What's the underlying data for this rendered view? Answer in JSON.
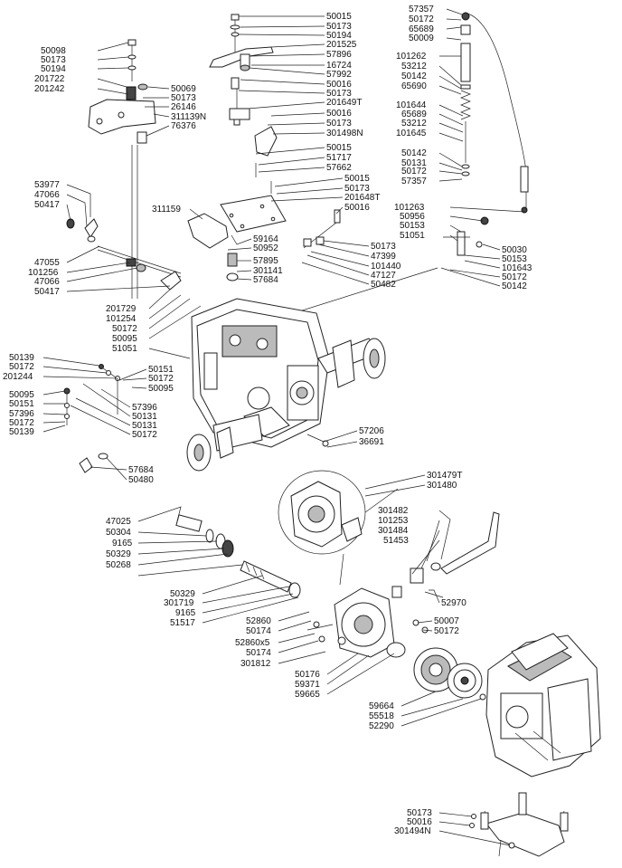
{
  "labels": {
    "l50015a": "50015",
    "l50173a": "50173",
    "l50194a": "50194",
    "l201525": "201525",
    "l57896": "57896",
    "l16724": "16724",
    "l57992": "57992",
    "l50016a": "50016",
    "l50173b": "50173",
    "l201649T": "201649T",
    "l50016b": "50016",
    "l50173c": "50173",
    "l301498N": "301498N",
    "l50015b": "50015",
    "l51717": "51717",
    "l57662": "57662",
    "l50015c": "50015",
    "l50173d": "50173",
    "l201648T": "201648T",
    "l50016c": "50016",
    "l50098": "50098",
    "l50173e": "50173",
    "l50194b": "50194",
    "l201722": "201722",
    "l201242": "201242",
    "l50069": "50069",
    "l50173f": "50173",
    "l26146": "26146",
    "l311139N": "311139N",
    "l76376": "76376",
    "l57357a": "57357",
    "l50172a": "50172",
    "l65689a": "65689",
    "l50009": "50009",
    "l101262": "101262",
    "l53212a": "53212",
    "l50142a": "50142",
    "l65690": "65690",
    "l101644": "101644",
    "l65689b": "65689",
    "l53212b": "53212",
    "l101645": "101645",
    "l50142b": "50142",
    "l50131a": "50131",
    "l50172b": "50172",
    "l57357b": "57357",
    "l53977": "53977",
    "l47066a": "47066",
    "l50417a": "50417",
    "l311159": "311159",
    "l59164": "59164",
    "l50952": "50952",
    "l57895": "57895",
    "l301141": "301141",
    "l57684a": "57684",
    "l50173g": "50173",
    "l47399": "47399",
    "l101440": "101440",
    "l47127": "47127",
    "l50482": "50482",
    "l47055": "47055",
    "l101256": "101256",
    "l47066b": "47066",
    "l50417b": "50417",
    "l101263": "101263",
    "l50956": "50956",
    "l50153a": "50153",
    "l51051a": "51051",
    "l50030": "50030",
    "l50153b": "50153",
    "l101643": "101643",
    "l50172c": "50172",
    "l50142c": "50142",
    "l201729": "201729",
    "l101254": "101254",
    "l50172d": "50172",
    "l50095a": "50095",
    "l51051b": "51051",
    "l50139a": "50139",
    "l50172e": "50172",
    "l201244": "201244",
    "l50151a": "50151",
    "l50172f": "50172",
    "l50095b": "50095",
    "l50095c": "50095",
    "l50151b": "50151",
    "l57396a": "57396",
    "l57396b": "57396",
    "l50172g": "50172",
    "l50131b": "50131",
    "l50131c": "50131",
    "l50139b": "50139",
    "l50172h": "50172",
    "l57206": "57206",
    "l36691": "36691",
    "l57684b": "57684",
    "l50480": "50480",
    "l301479T": "301479T",
    "l301480": "301480",
    "l301482": "301482",
    "l101253": "101253",
    "l301484": "301484",
    "l51453": "51453",
    "l52970": "52970",
    "l47025": "47025",
    "l50304": "50304",
    "l9165a": "9165",
    "l50329a": "50329",
    "l50268": "50268",
    "l50329b": "50329",
    "l301719": "301719",
    "l9165b": "9165",
    "l51517": "51517",
    "l52860": "52860",
    "l50174a": "50174",
    "l52860x5": "52860x5",
    "l50174b": "50174",
    "l301812": "301812",
    "l50007": "50007",
    "l50172i": "50172",
    "l50176": "50176",
    "l59371": "59371",
    "l59665": "59665",
    "l59664": "59664",
    "l55518": "55518",
    "l52290": "52290",
    "l50173h": "50173",
    "l50016d": "50016",
    "l301494N": "301494N"
  }
}
